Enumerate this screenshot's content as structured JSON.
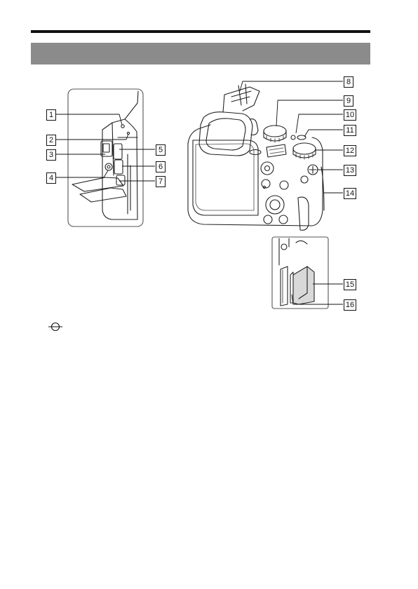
{
  "callouts": [
    "1",
    "2",
    "3",
    "4",
    "5",
    "6",
    "7",
    "8",
    "9",
    "10",
    "11",
    "12",
    "13",
    "14",
    "15",
    "16"
  ],
  "symbols": {
    "focal_plane": "focal-plane-mark-icon"
  },
  "colors": {
    "header_bar": "#8b8b8b",
    "ink": "#111111",
    "panel": "#d9d9d9"
  }
}
